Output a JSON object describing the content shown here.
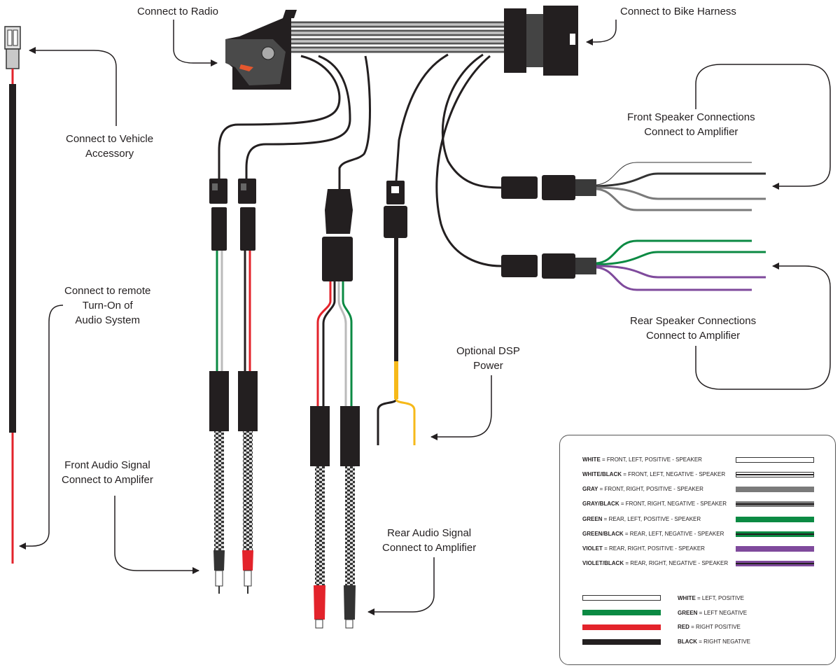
{
  "labels": {
    "radio": "Connect to Radio",
    "bike_harness": "Connect to Bike Harness",
    "vehicle_accessory": [
      "Connect to Vehicle",
      "Accessory"
    ],
    "remote_turn_on": [
      "Connect to remote",
      "Turn-On of",
      "Audio System"
    ],
    "front_speaker": [
      "Front Speaker Connections",
      "Connect to Amplifier"
    ],
    "rear_speaker": [
      "Rear Speaker Connections",
      "Connect to Amplifier"
    ],
    "dsp_power": [
      "Optional DSP",
      "Power"
    ],
    "front_audio": [
      "Front Audio Signal",
      "Connect to Amplifer"
    ],
    "rear_audio": [
      "Rear Audio Signal",
      "Connect to Amplifier"
    ]
  },
  "legend_speaker": [
    {
      "color_name": "WHITE",
      "desc": " = FRONT, LEFT, POSITIVE - SPEAKER",
      "fill": "#ffffff",
      "stripe": false
    },
    {
      "color_name": "WHITE/BLACK",
      "desc": " = FRONT, LEFT, NEGATIVE - SPEAKER",
      "fill": "#ffffff",
      "stripe": true
    },
    {
      "color_name": "GRAY",
      "desc": " = FRONT, RIGHT, POSITIVE - SPEAKER",
      "fill": "#7a7a7a",
      "stripe": false
    },
    {
      "color_name": "GRAY/BLACK",
      "desc": " = FRONT, RIGHT, NEGATIVE - SPEAKER",
      "fill": "#7a7a7a",
      "stripe": true
    },
    {
      "color_name": "GREEN",
      "desc": " = REAR, LEFT, POSITIVE - SPEAKER",
      "fill": "#0b8a43",
      "stripe": false
    },
    {
      "color_name": "GREEN/BLACK",
      "desc": " = REAR, LEFT, NEGATIVE - SPEAKER",
      "fill": "#0b8a43",
      "stripe": true
    },
    {
      "color_name": "VIOLET",
      "desc": " = REAR, RIGHT, POSITIVE - SPEAKER",
      "fill": "#7f4a9c",
      "stripe": false
    },
    {
      "color_name": "VIOLET/BLACK",
      "desc": " = REAR, RIGHT, NEGATIVE - SPEAKER",
      "fill": "#7f4a9c",
      "stripe": true
    }
  ],
  "legend_signal": [
    {
      "color_name": "WHITE",
      "desc": " =  LEFT, POSITIVE",
      "fill": "#ffffff"
    },
    {
      "color_name": "GREEN",
      "desc": " = LEFT NEGATIVE",
      "fill": "#0b8a43"
    },
    {
      "color_name": "RED",
      "desc": " = RIGHT POSITIVE",
      "fill": "#e3232b"
    },
    {
      "color_name": "BLACK",
      "desc": " = RIGHT NEGATIVE",
      "fill": "#231f20"
    }
  ]
}
